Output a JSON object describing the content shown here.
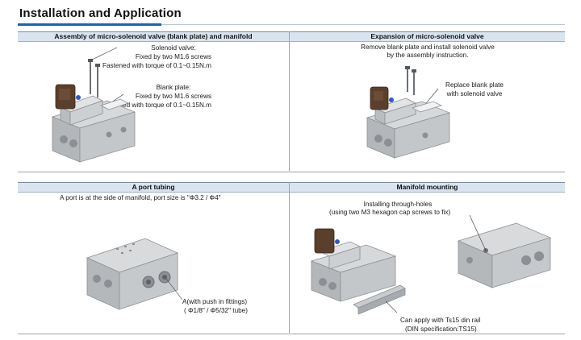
{
  "page": {
    "title": "Installation and Application"
  },
  "panels": {
    "assembly": {
      "heading": "Assembly of  micro-solenoid valve (blank plate) and manifold",
      "solenoid_label": "Solenoid valve:",
      "solenoid_line1": "Fixed by two M1.6 screws",
      "solenoid_line2": "Fastened with torque of 0.1~0.15N.m",
      "blank_label": "Blank plate:",
      "blank_line1": "Fixed by two M1.6 screws",
      "blank_line2": "Fastened with torque of 0.1~0.15N.m"
    },
    "expansion": {
      "heading": "Expansion of micro-solenoid valve",
      "line1": "Remove blank plate and install solenoid valve",
      "line2": "by the assembly instruction.",
      "callout_line1": "Replace blank plate",
      "callout_line2": "with solenoid valve"
    },
    "a_port": {
      "heading": "A port tubing",
      "description": "A port is at the side of manifold, port size is \"Φ3.2 /  Φ4\"",
      "callout_line1": "A(with push in fittings)",
      "callout_line2": "( Φ1/8\" /  Φ5/32\" tube)"
    },
    "manifold": {
      "heading": "Manifold mounting",
      "holes_line1": "Installing through-holes",
      "holes_line2": "(using two M3 hexagon cap screws to fix)",
      "rail_line1": "Can apply with Ts15 din rail",
      "rail_line2": "(DIN specification:TS15)"
    }
  },
  "colors": {
    "title_rule": "#1565b8",
    "panel_header": "#d9e4f0",
    "body_grey": "#c9cbcd",
    "body_dark": "#8e9194",
    "coil_brown": "#5a3f2c",
    "fitting_blue": "#2f57c9"
  },
  "icons": {
    "solenoid_valve_figure": "manifold-with-solenoid-valve",
    "expansion_figure": "manifold-with-two-valves",
    "a_port_figure": "manifold-block-side-ports",
    "din_rail_figure": "manifold-on-din-rail"
  }
}
